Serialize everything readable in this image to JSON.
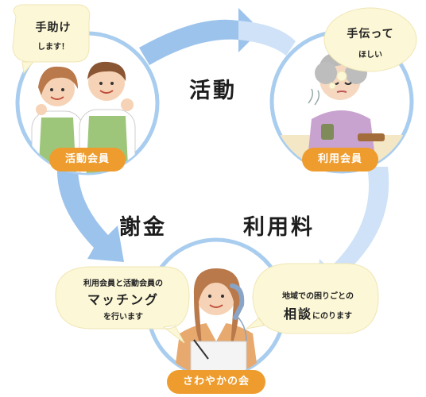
{
  "center_label": "活動",
  "left_label": "謝金",
  "right_label": "利用料",
  "nodes": {
    "helpers": {
      "pill": "活動会員",
      "bubble_line1": "手助け",
      "bubble_line2": "します！"
    },
    "users": {
      "pill": "利用会員",
      "bubble_line1": "手伝って",
      "bubble_line2": "ほしい"
    },
    "org": {
      "pill": "さわやかの会",
      "left_bubble": {
        "line1": "利用会員と活動会員の",
        "line2": "マッチング",
        "line3": "を行います"
      },
      "right_bubble": {
        "line1": "地域での困りごとの",
        "line2_big": "相談",
        "line2_small": "にのります"
      }
    }
  },
  "colors": {
    "arrow": "#9cc3ec",
    "arrow_light": "#cfe2f7",
    "ring": "#a9cdef",
    "pill": "#ee9c2e",
    "bubble": "#fcf7d6",
    "bubble_stroke": "#efe6b5",
    "apron": "#9ec67b"
  }
}
